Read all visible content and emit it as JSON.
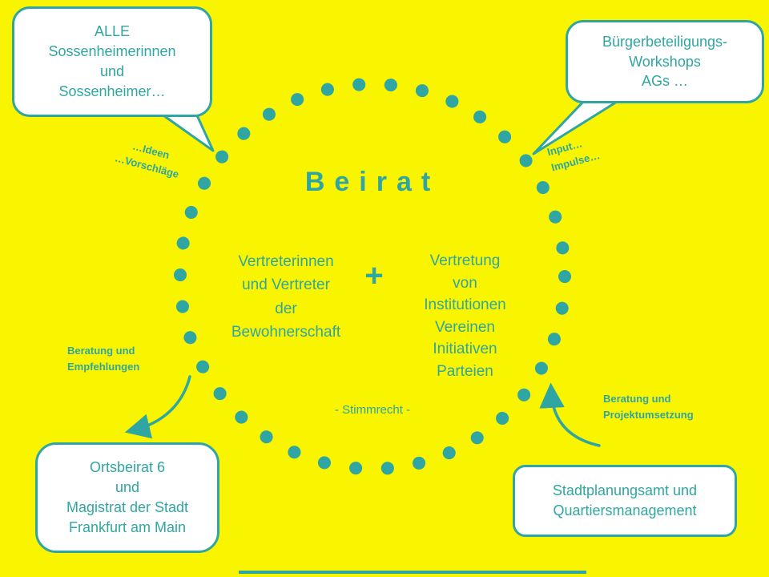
{
  "colors": {
    "background": "#F9F400",
    "accent_teal": "#2FA6A1",
    "bubble_fill": "#FFFFFF"
  },
  "circle": {
    "title": "Beirat",
    "left_member": "Vertreterinnen\nund Vertreter\nder\nBewohnerschaft",
    "plus": "+",
    "right_member": "Vertretung\nvon\nInstitutionen\nVereinen\nInitiativen\nParteien",
    "voting_note": "- Stimmrecht -"
  },
  "bubbles": {
    "top_left": "ALLE\nSossenheimerinnen\nund\nSossenheimer…",
    "top_right": "Bürgerbeteiligungs-\nWorkshops\nAGs …",
    "bottom_left": "Ortsbeirat 6\nund\nMagistrat der Stadt\nFrankfurt am Main",
    "bottom_right": "Stadtplanungsamt und\nQuartiersmanagement"
  },
  "flow_labels": {
    "ideas": "…Ideen\n…Vorschläge",
    "input": "Input…\nImpulse…",
    "advice_left": "Beratung und\nEmpfehlungen",
    "advice_right": "Beratung und\nProjektumsetzung"
  }
}
